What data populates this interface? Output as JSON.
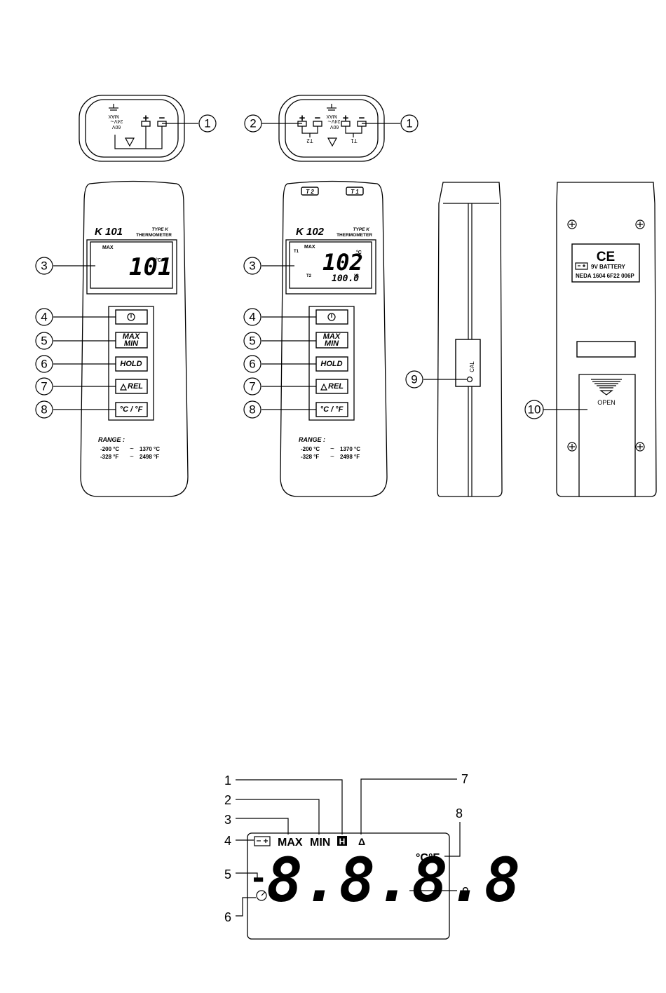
{
  "meter_k101": {
    "model": "K 101",
    "type_line": "TYPE K",
    "thermometer": "THERMOMETER",
    "lcd_mode": "MAX",
    "lcd_value": "101",
    "lcd_unit": "°C"
  },
  "meter_k102": {
    "model": "K 102",
    "type_line": "TYPE K",
    "thermometer": "THERMOMETER",
    "label_t1": "T1",
    "label_t2": "T2",
    "lcd_mode": "MAX",
    "lcd_value": "102",
    "lcd_unit": "°C",
    "lcd_sub_value": "100.0",
    "lcd_sub_unit": "°C",
    "top_tab_t2": "T 2",
    "top_tab_t1": "T 1"
  },
  "connector": {
    "plus": "+",
    "minus": "−",
    "warn_max": "MAX",
    "warn_volt_ac": "24V",
    "warn_volt_dc": "60V",
    "t1_label": "T1",
    "t2_label": "T2"
  },
  "buttons": {
    "power": "power-symbol",
    "maxmin_top": "MAX",
    "maxmin_bottom": "MIN",
    "hold": "HOLD",
    "rel": "REL",
    "unit": "°C / °F"
  },
  "range": {
    "title": "RANGE :",
    "celsius_low": "-200 °C",
    "celsius_high": "1370 °C",
    "fahrenheit_low": "-328 °F",
    "fahrenheit_high": "2498 °F"
  },
  "side_view": {
    "cal_label": "CAL"
  },
  "back_view": {
    "ce_mark": "CE",
    "battery_label": "9V  BATTERY",
    "battery_spec": "NEDA 1604  6F22  006P",
    "open_label": "OPEN"
  },
  "callouts_top": [
    "1",
    "2",
    "1",
    "3",
    "3",
    "4",
    "5",
    "6",
    "7",
    "8",
    "4",
    "5",
    "6",
    "7",
    "8",
    "9",
    "10"
  ],
  "lcd_legend": {
    "callouts": [
      "1",
      "2",
      "3",
      "4",
      "5",
      "6",
      "7",
      "8",
      "9"
    ],
    "max": "MAX",
    "min": "MIN",
    "hold_icon": "H",
    "delta": "Δ",
    "units": "°C°F",
    "minus_sign": "-",
    "digits": "8.8.8.8"
  }
}
